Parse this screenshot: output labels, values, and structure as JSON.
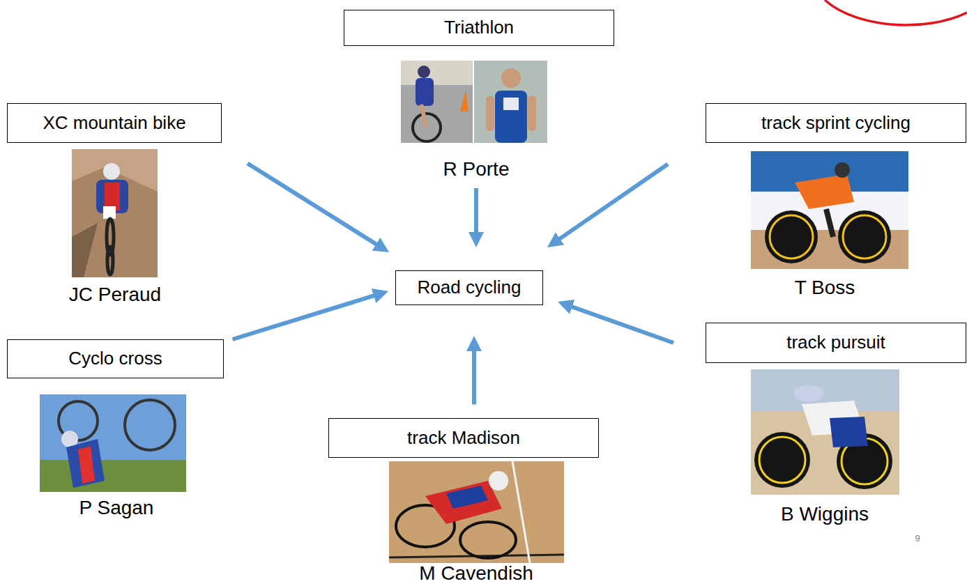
{
  "diagram": {
    "nodes": [
      {
        "text": [
          "Triathlon"
        ]
      },
      {
        "text": [
          "XC mountain bike"
        ]
      },
      {
        "text": [
          "track sprint cycling"
        ]
      },
      {
        "text": [
          "Road cycling"
        ]
      },
      {
        "text": [
          "Cyclo cross"
        ]
      },
      {
        "text": [
          "track pursuit"
        ]
      },
      {
        "text": [
          "track Madison"
        ]
      }
    ],
    "edges": [
      {
        "from": 0,
        "to": 3,
        "arrow": "to"
      },
      {
        "from": 1,
        "to": 3,
        "arrow": "to"
      },
      {
        "from": 2,
        "to": 3,
        "arrow": "to"
      },
      {
        "from": 4,
        "to": 3,
        "arrow": "to"
      },
      {
        "from": 5,
        "to": 3,
        "arrow": "to"
      },
      {
        "from": 6,
        "to": 3,
        "arrow": "to"
      }
    ],
    "labels": [
      "R Porte",
      "JC Peraud",
      "T Boss",
      "P Sagan",
      "B Wiggins",
      "M Cavendish",
      "9"
    ]
  }
}
